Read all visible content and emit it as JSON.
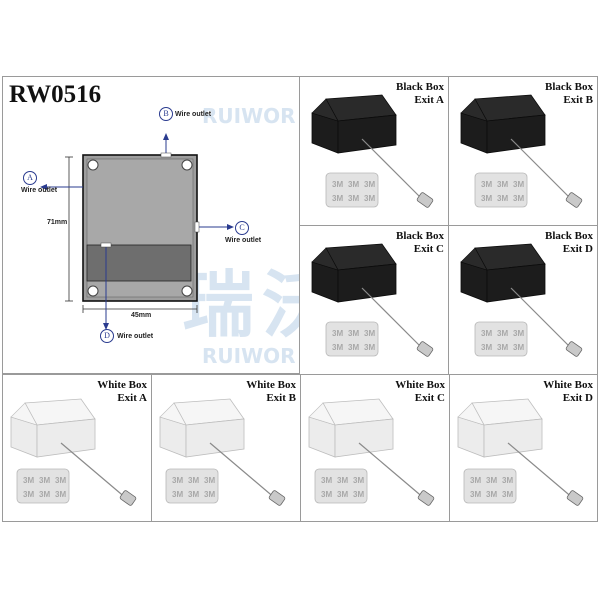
{
  "diagram": {
    "model": "RW0516",
    "outlets": {
      "a": {
        "letter": "A",
        "text": "Wire outlet"
      },
      "b": {
        "letter": "B",
        "text": "Wire outlet"
      },
      "c": {
        "letter": "C",
        "text": "Wire outlet"
      },
      "d": {
        "letter": "D",
        "text": "Wire outlet"
      }
    },
    "dim_height": "71mm",
    "dim_width": "45mm"
  },
  "products": [
    {
      "line1": "Black Box",
      "line2": "Exit A",
      "color": "black"
    },
    {
      "line1": "Black Box",
      "line2": "Exit B",
      "color": "black"
    },
    {
      "line1": "Black Box",
      "line2": "Exit C",
      "color": "black"
    },
    {
      "line1": "Black Box",
      "line2": "Exit D",
      "color": "black"
    },
    {
      "line1": "White Box",
      "line2": "Exit A",
      "color": "white"
    },
    {
      "line1": "White Box",
      "line2": "Exit B",
      "color": "white"
    },
    {
      "line1": "White Box",
      "line2": "Exit C",
      "color": "white"
    },
    {
      "line1": "White Box",
      "line2": "Exit D",
      "color": "white"
    }
  ],
  "watermark": {
    "cn": "瑞沃科技",
    "en": "RUIWOR TECHNOLOGY"
  },
  "pad_mark": "3M",
  "colors": {
    "border": "#9a9a9a",
    "black_box": "#1c1c1c",
    "white_box": "#ececec",
    "pad": "#e2e2e2",
    "outlet": "#2a3b8f"
  }
}
